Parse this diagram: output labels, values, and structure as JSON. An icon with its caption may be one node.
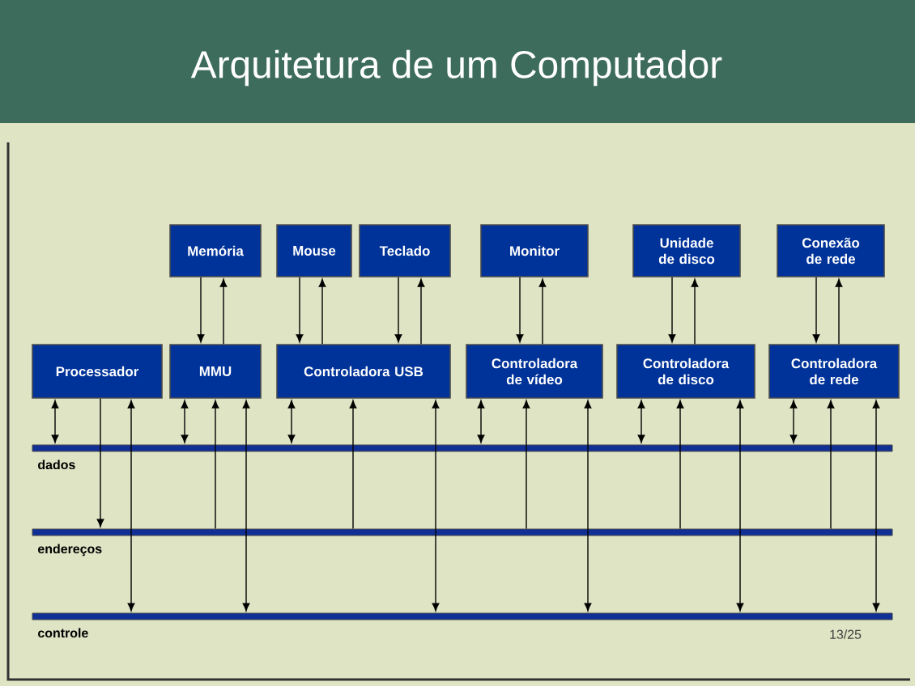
{
  "diagram": {
    "title": "Arquitetura de um Computador",
    "nodes": [
      {
        "text": [
          "Memória"
        ]
      },
      {
        "text": [
          "Mouse"
        ]
      },
      {
        "text": [
          "Teclado"
        ]
      },
      {
        "text": [
          "Monitor"
        ]
      },
      {
        "text": [
          "Unidade de disco"
        ]
      },
      {
        "text": [
          "Conexão de rede"
        ]
      },
      {
        "text": [
          "Processador"
        ]
      },
      {
        "text": [
          "MMU"
        ]
      },
      {
        "text": [
          "Controladora USB"
        ]
      },
      {
        "text": [
          "Controladora de vídeo"
        ]
      },
      {
        "text": [
          "Controladora de disco"
        ]
      },
      {
        "text": [
          "Controladora de rede"
        ]
      },
      {
        "text": [],
        "shape": "bar",
        "beside": [
          "dados"
        ]
      },
      {
        "text": [],
        "shape": "bar",
        "beside": [
          "endereços"
        ]
      },
      {
        "text": [],
        "shape": "bar",
        "beside": [
          "controle"
        ]
      }
    ],
    "edges": [
      {
        "from": 0,
        "to": 7,
        "arrow": "to"
      },
      {
        "from": 7,
        "to": 0,
        "arrow": "to"
      },
      {
        "from": 1,
        "to": 8,
        "arrow": "to"
      },
      {
        "from": 8,
        "to": 1,
        "arrow": "to"
      },
      {
        "from": 2,
        "to": 8,
        "arrow": "to"
      },
      {
        "from": 8,
        "to": 2,
        "arrow": "to"
      },
      {
        "from": 3,
        "to": 9,
        "arrow": "to"
      },
      {
        "from": 9,
        "to": 3,
        "arrow": "to"
      },
      {
        "from": 4,
        "to": 10,
        "arrow": "to"
      },
      {
        "from": 10,
        "to": 4,
        "arrow": "to"
      },
      {
        "from": 5,
        "to": 11,
        "arrow": "to"
      },
      {
        "from": 11,
        "to": 5,
        "arrow": "to"
      },
      {
        "from": 6,
        "to": 12,
        "arrow": "both"
      },
      {
        "from": 6,
        "to": 13,
        "arrow": "to"
      },
      {
        "from": 6,
        "to": 14,
        "arrow": "both"
      },
      {
        "from": 7,
        "to": 12,
        "arrow": "both"
      },
      {
        "from": 13,
        "to": 7,
        "arrow": "to"
      },
      {
        "from": 7,
        "to": 14,
        "arrow": "both"
      },
      {
        "from": 8,
        "to": 12,
        "arrow": "both"
      },
      {
        "from": 13,
        "to": 8,
        "arrow": "to"
      },
      {
        "from": 8,
        "to": 14,
        "arrow": "both"
      },
      {
        "from": 9,
        "to": 12,
        "arrow": "both"
      },
      {
        "from": 13,
        "to": 9,
        "arrow": "to"
      },
      {
        "from": 9,
        "to": 14,
        "arrow": "both"
      },
      {
        "from": 10,
        "to": 12,
        "arrow": "both"
      },
      {
        "from": 13,
        "to": 10,
        "arrow": "to"
      },
      {
        "from": 10,
        "to": 14,
        "arrow": "both"
      },
      {
        "from": 11,
        "to": 12,
        "arrow": "both"
      },
      {
        "from": 13,
        "to": 11,
        "arrow": "to"
      },
      {
        "from": 11,
        "to": 14,
        "arrow": "both"
      }
    ],
    "labels": [
      "13/25"
    ]
  }
}
